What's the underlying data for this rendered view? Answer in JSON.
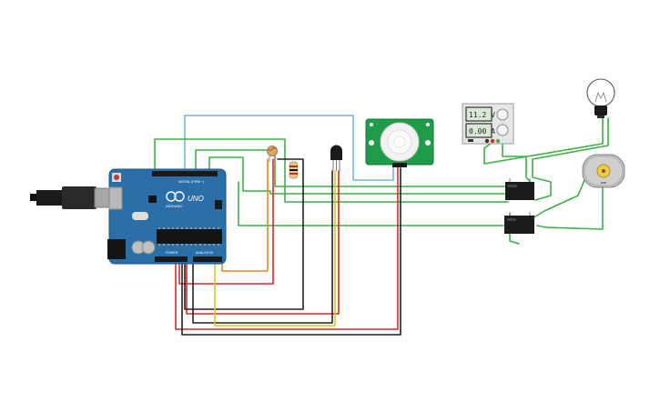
{
  "arduino": {
    "brand": "ARDUINO",
    "model": "UNO",
    "digital_label": "DIGITAL (PWM ~)",
    "power_label": "POWER",
    "analog_label": "ANALOG IN"
  },
  "power_supply": {
    "voltage": "11.2 V",
    "current": "0.00 A"
  },
  "components": {
    "pir": "pir-motion-sensor",
    "photoresistor": "photoresistor",
    "resistor": "resistor",
    "temp_sensor": "temperature-sensor",
    "relay_1": "relay",
    "relay_2": "relay",
    "bulb": "light-bulb",
    "motor": "dc-motor"
  },
  "colors": {
    "wire_green": "#3cb043",
    "wire_red": "#d42a2a",
    "wire_black": "#222222",
    "wire_orange": "#e88a1a",
    "wire_yellow": "#e6c21f",
    "wire_lightblue": "#6fb8d8",
    "board": "#2a6fa8",
    "pir_board": "#1f9c4a"
  }
}
